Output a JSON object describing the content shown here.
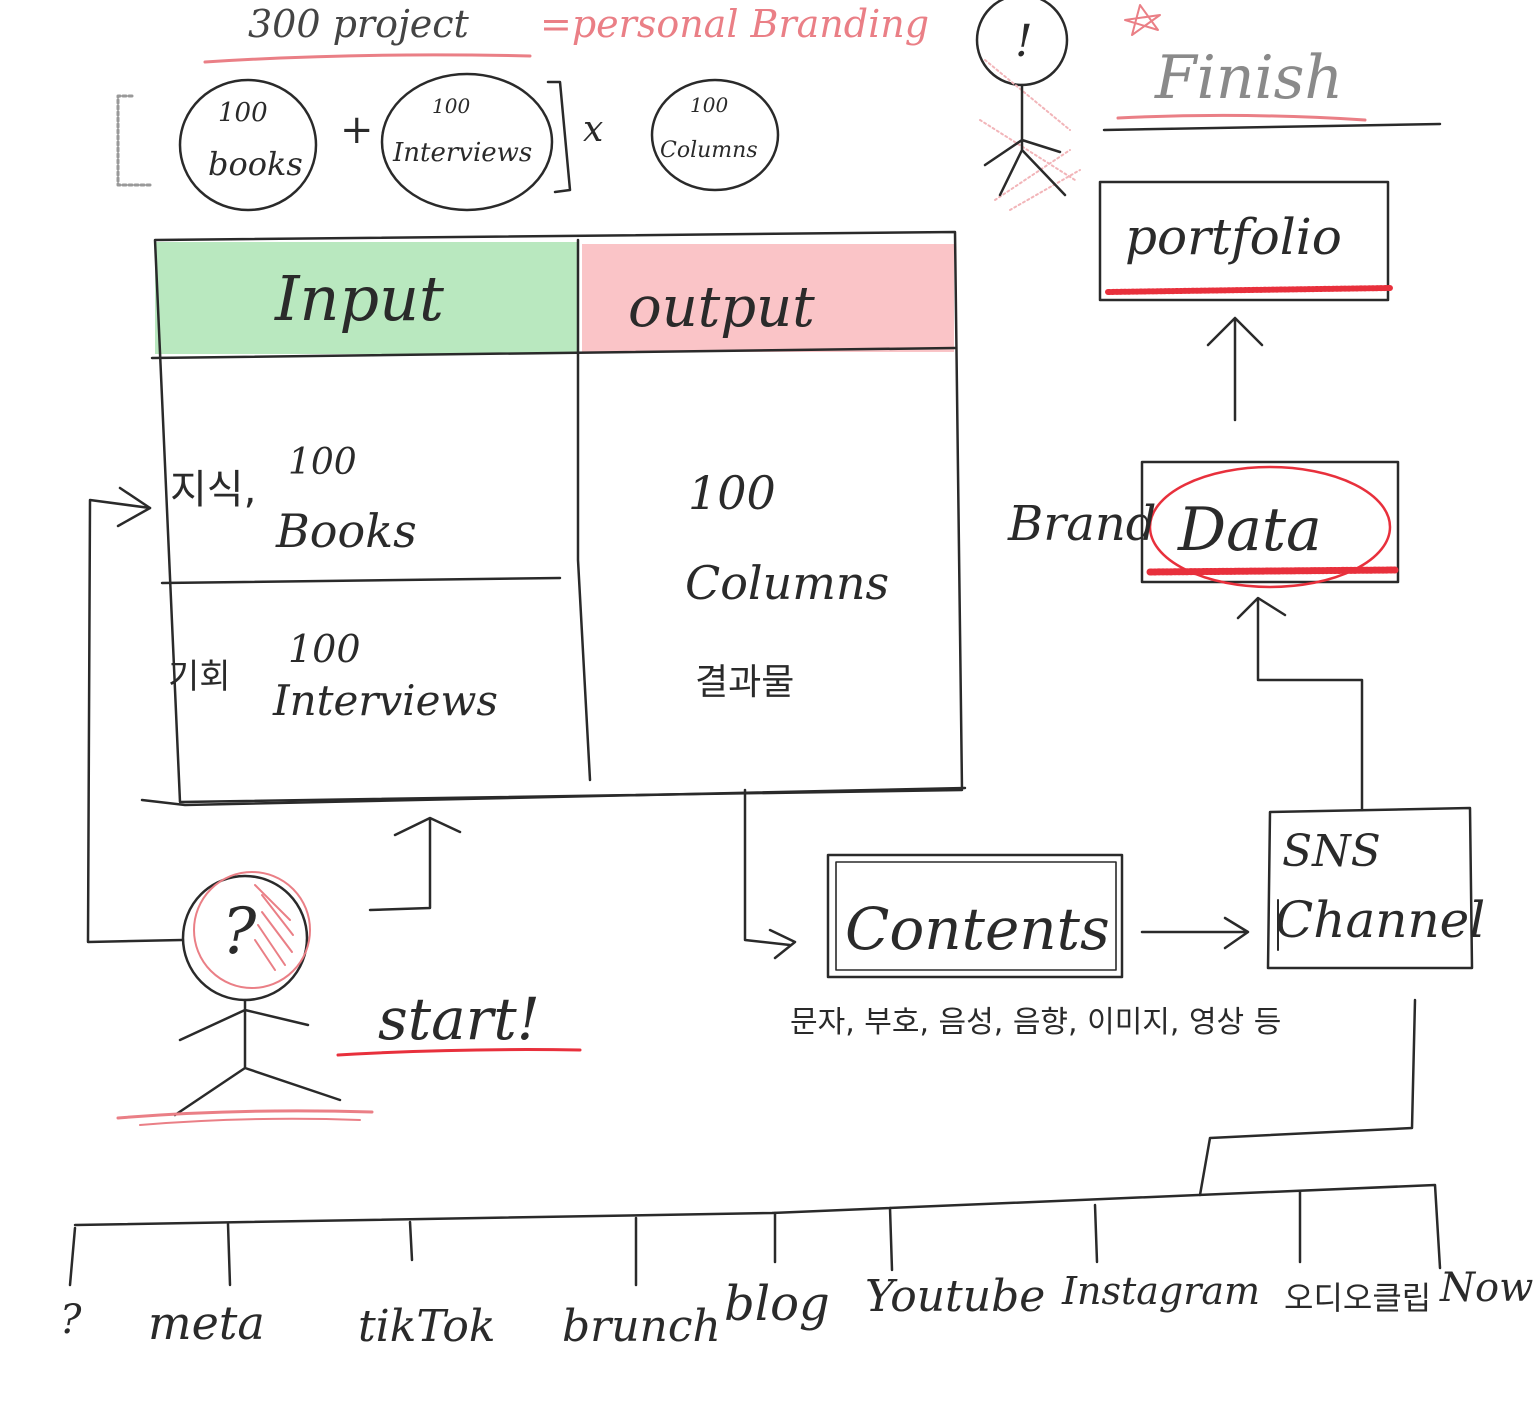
{
  "header": {
    "title": "300 project",
    "subtitle": "=personal Branding",
    "formula": {
      "items": [
        {
          "line1": "100",
          "line2": "books"
        },
        {
          "line1": "100",
          "line2": "Interviews"
        },
        {
          "line1": "100",
          "line2": "Columns"
        }
      ],
      "operators": [
        "+",
        "x"
      ]
    }
  },
  "table": {
    "input_header": "Input",
    "output_header": "output",
    "rows": [
      {
        "label": "지식,",
        "count": "100",
        "item": "Books"
      },
      {
        "label": "기회",
        "count": "100",
        "item": "Interviews"
      }
    ],
    "output": {
      "count": "100",
      "item": "Columns",
      "note": "결과물"
    },
    "colors": {
      "input": "#7fd68a",
      "output": "#f58a8f"
    }
  },
  "figures": {
    "start_head": "?",
    "start_label": "start!",
    "finish_head": "!",
    "finish_label": "Finish"
  },
  "flow": {
    "portfolio": "portfolio",
    "brand": "Brand",
    "data": "Data",
    "sns_line1": "SNS",
    "sns_line2": "Channel",
    "contents": "Contents",
    "contents_types": "문자, 부호, 음성, 음향, 이미지, 영상 등"
  },
  "channels": [
    "?",
    "meta",
    "tikTok",
    "brunch",
    "blog",
    "Youtube",
    "Instagram",
    "오디오클립",
    "Now"
  ],
  "accent_colors": {
    "red": "#e8303c",
    "pink": "#ea7f86",
    "ink": "#222222"
  }
}
